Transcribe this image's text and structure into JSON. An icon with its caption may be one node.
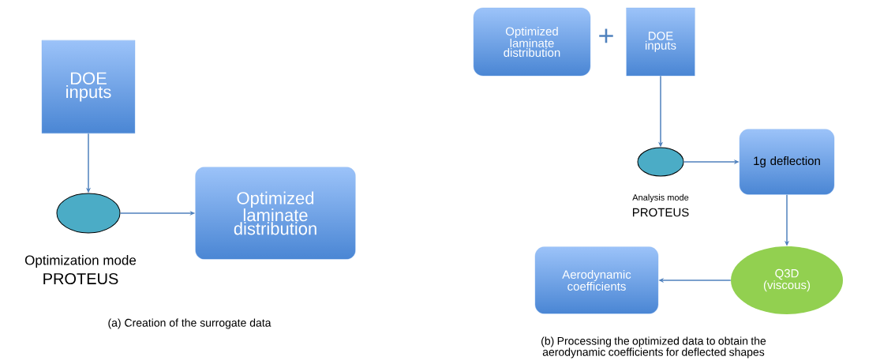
{
  "diagram": {
    "nodes": [
      {
        "text": [
          "DOE inputs"
        ]
      },
      {
        "text": [],
        "shape": "ellipse",
        "beside": [
          "Optimization mode",
          "PROTEUS"
        ]
      },
      {
        "text": [
          "Optimized laminate distribution"
        ]
      },
      {
        "text": [
          "Optimized laminate distribution"
        ]
      },
      {
        "text": [
          "DOE inputs"
        ]
      },
      {
        "text": [],
        "shape": "ellipse",
        "beside": [
          "Analysis mode",
          "PROTEUS"
        ]
      },
      {
        "text": [
          "1g deflection"
        ]
      },
      {
        "text": [
          "Q3D (viscous)"
        ]
      },
      {
        "text": [
          "Aerodynamic coefficients"
        ]
      }
    ],
    "edges": [
      {
        "from": 0,
        "to": 1,
        "arrow": "to"
      },
      {
        "from": 1,
        "to": 2,
        "arrow": "to"
      },
      {
        "from": 4,
        "to": 5,
        "arrow": "to"
      },
      {
        "from": 5,
        "to": 6,
        "arrow": "to"
      },
      {
        "from": 6,
        "to": 7,
        "arrow": "to"
      },
      {
        "from": 7,
        "to": 8,
        "arrow": "to"
      }
    ],
    "labels": [
      "+",
      "(a) Creation of the surrogate data",
      "(b) Processing the optimized data to obtain the aerodynamic coefficients for deflected shapes"
    ]
  }
}
